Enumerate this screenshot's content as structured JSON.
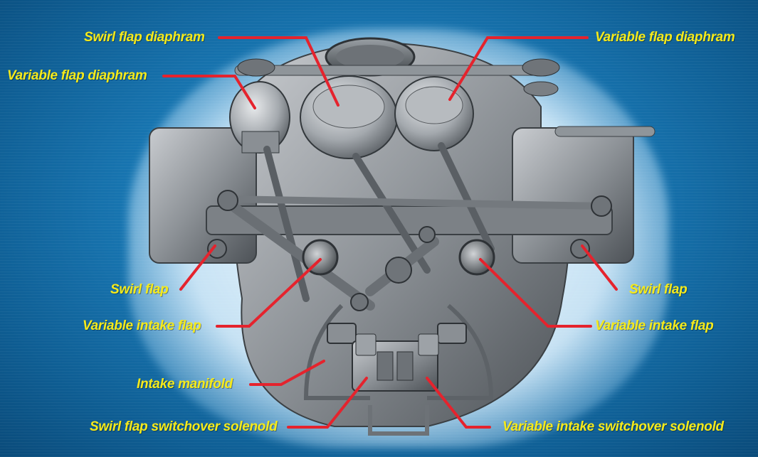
{
  "diagram": {
    "labels": {
      "swirl_flap_diaphram": "Swirl flap diaphram",
      "variable_flap_diaphram_left": "Variable flap diaphram",
      "variable_flap_diaphram_right": "Variable flap diaphram",
      "swirl_flap_left": "Swirl flap",
      "swirl_flap_right": "Swirl flap",
      "variable_intake_flap_left": "Variable intake flap",
      "variable_intake_flap_right": "Variable intake flap",
      "intake_manifold": "Intake manifold",
      "swirl_flap_switchover_solenoid": "Swirl flap switchover solenold",
      "variable_intake_switchover_solenoid": "Variable intake switchover solenold"
    },
    "colors": {
      "background": "#1570a8",
      "label_text": "#f5ea1b",
      "leader_line": "#e5232d",
      "engine_metal": "#8a8f94"
    }
  }
}
